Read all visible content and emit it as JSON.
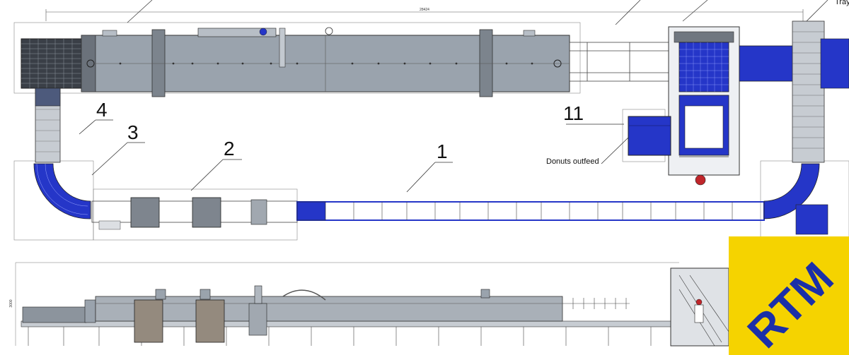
{
  "callouts": {
    "c1": "1",
    "c2": "2",
    "c3": "3",
    "c4": "4",
    "c11": "11"
  },
  "labels": {
    "donuts_outfeed": "Donuts outfeed",
    "tray_partial": "Tray",
    "overall_length": "28424",
    "height_dim": "3000"
  },
  "logo": {
    "text": "RTM",
    "background": "#f5d300",
    "text_color": "#1b2fa8"
  },
  "colors": {
    "machine_grey": "#9aa3ad",
    "machine_dark": "#4a4f57",
    "conveyor_blue": "#2536c8",
    "outline": "#333333"
  }
}
